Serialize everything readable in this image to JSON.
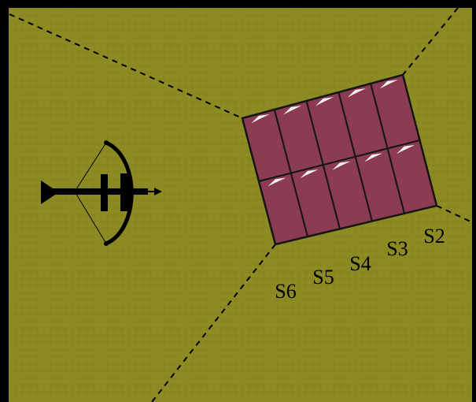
{
  "colors": {
    "frame": "#000000",
    "field": "#8c8a22",
    "field_dark": "#7c7a1a",
    "block_fill": "#8c3c50",
    "block_stroke": "#151515",
    "highlight": "#f2f2f2",
    "weapon": "#000000",
    "label": "#000000",
    "boundary": "#000000"
  },
  "icons": {
    "weapon": "crossbow-icon"
  },
  "formation": {
    "rows": 2,
    "columns": 5,
    "labels": [
      "S2",
      "S3",
      "S4",
      "S5",
      "S6"
    ]
  }
}
